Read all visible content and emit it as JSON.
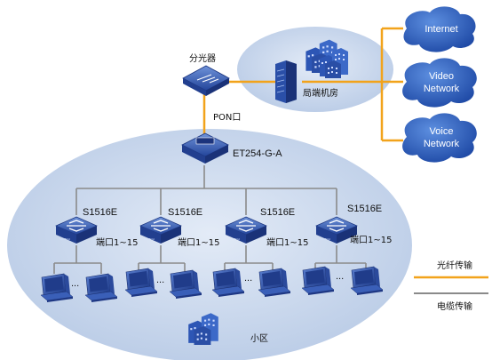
{
  "splitter": {
    "label": "分光器"
  },
  "central_office": {
    "label": "局端机房"
  },
  "pon_port": {
    "label": "PON口"
  },
  "olt": {
    "label": "ET254-G-A"
  },
  "clouds": [
    {
      "label_lines": [
        "Internet"
      ]
    },
    {
      "label_lines": [
        "Video",
        "Network"
      ]
    },
    {
      "label_lines": [
        "Voice",
        "Network"
      ]
    }
  ],
  "switches": [
    {
      "model": "S1516E",
      "port_label": "端口1~15"
    },
    {
      "model": "S1516E",
      "port_label": "端口1~15"
    },
    {
      "model": "S1516E",
      "port_label": "端口1~15"
    },
    {
      "model": "S1516E",
      "port_label": "端口1~15"
    }
  ],
  "ellipsis": "...",
  "community": {
    "label": "小区"
  },
  "legend": [
    {
      "label": "光纤传输",
      "color": "#f2a31b"
    },
    {
      "label": "电缆传输",
      "color": "#8a8a8a"
    }
  ],
  "colors": {
    "fiber": "#f2a31b",
    "cable": "#8a8a8a",
    "ellipse_fill": "#c9d7ec",
    "cloud": "#2f62c2",
    "device": "#2a4fa8"
  }
}
